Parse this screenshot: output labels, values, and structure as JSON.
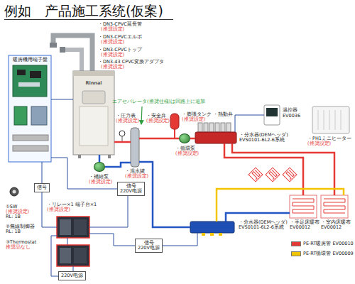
{
  "diagram": {
    "title": "例如　产品施工系统(仮案)",
    "nodes": [
      {
        "text": [
          "暖房機用端子盤"
        ]
      },
      {
        "text": [
          "Rinnai"
        ]
      },
      {
        "text": [
          "・混水罐",
          "(推奨設定)"
        ]
      },
      {
        "text": [
          "・膨張タンク",
          "(推奨設定)"
        ]
      },
      {
        "text": [
          "・循環泵",
          "(推奨設定)"
        ]
      },
      {
        "text": [
          "・熱動弁",
          "・分水器(DEMヘッダ)",
          "EVS0101-6L2-6系統"
        ]
      },
      {
        "text": [
          "温控器",
          "EV0036"
        ]
      },
      {
        "text": [
          "・PH1ミニヒーター",
          "(推奨設定)"
        ]
      },
      {
        "text": [
          "・補給泵",
          "(推奨設定)"
        ]
      },
      {
        "text": [
          "信号"
        ]
      },
      {
        "text": [
          "信号",
          "220V电源"
        ]
      },
      {
        "text": [
          "・リレー×1 端子台×1",
          "(推奨設定)"
        ]
      },
      {
        "text": [
          "信号",
          "220V电源"
        ]
      },
      {
        "text": [
          "220V电源"
        ]
      },
      {
        "text": [
          "・分水器(DEMヘッダ)",
          "EVS0101-6L2-6系統"
        ]
      },
      {
        "text": [
          "・手足床暖布",
          "EV00012"
        ]
      },
      {
        "text": [
          "・室内床暖布",
          "EV00012"
        ]
      }
    ],
    "edges": [
      {
        "from": 0,
        "to": 1,
        "arrow": "none"
      },
      {
        "from": 1,
        "to": 2,
        "arrow": "none"
      },
      {
        "from": 2,
        "to": 4,
        "arrow": "none"
      },
      {
        "from": 4,
        "to": 5,
        "arrow": "none"
      },
      {
        "from": 6,
        "to": 5,
        "arrow": "none"
      },
      {
        "from": 5,
        "to": 15,
        "arrow": "none"
      },
      {
        "from": 5,
        "to": 16,
        "arrow": "none"
      },
      {
        "from": 15,
        "to": 14,
        "arrow": "none"
      },
      {
        "from": 16,
        "to": 14,
        "arrow": "none"
      },
      {
        "from": 14,
        "to": 2,
        "arrow": "none"
      },
      {
        "from": 2,
        "to": 8,
        "arrow": "none"
      },
      {
        "from": 8,
        "to": 1,
        "arrow": "none"
      },
      {
        "from": 0,
        "to": 9,
        "arrow": "none"
      },
      {
        "from": 9,
        "to": 11,
        "arrow": "none"
      },
      {
        "from": 0,
        "to": 10,
        "arrow": "none"
      },
      {
        "from": 10,
        "to": 11,
        "arrow": "none"
      },
      {
        "from": 11,
        "to": 12,
        "arrow": "none"
      },
      {
        "from": 12,
        "to": 14,
        "arrow": "none"
      },
      {
        "from": 11,
        "to": 13,
        "arrow": "none"
      }
    ],
    "labels": [
      "・DN3-CPVC延長管",
      "(推奨設定)",
      "・DN3-CPVCエルボ",
      "(推奨設定)",
      "・DN3-CPVCトップ",
      "(推奨設定)",
      "・DN3-43 CPVC変換アダプタ",
      "(推奨設定)",
      "・圧力表",
      "(推奨設定)",
      "・安全弁",
      "(推奨設定)",
      "エアセパレータ(推奨仕様)は回路上に追加",
      "①SW",
      "(推奨設定)",
      "RL: 1B",
      "②無線制御器",
      "RL: 1B",
      "③Thermostat",
      "推奨品なし"
    ],
    "legend": [
      {
        "text": "PE-RT暖房管 EV00010",
        "color": "#e53935"
      },
      {
        "text": "PE-RT循環管 EV00009",
        "color": "#f2c500"
      }
    ]
  }
}
